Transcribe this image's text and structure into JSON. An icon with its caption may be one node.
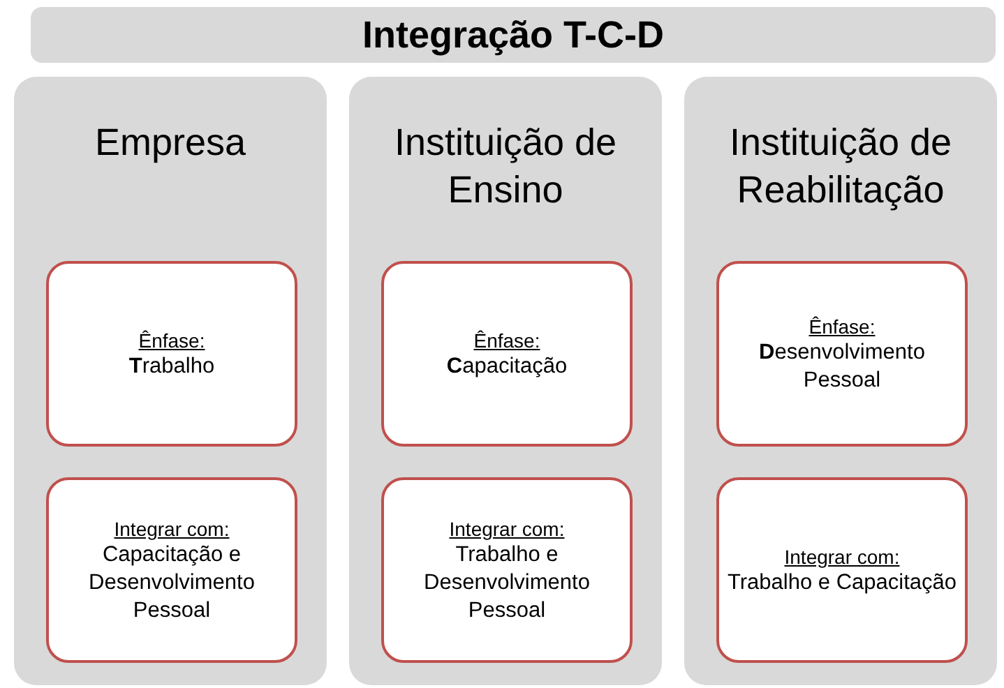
{
  "diagram": {
    "nodes": [
      {
        "text": [
          "Integração T-C-D"
        ]
      },
      {
        "text": [
          "Empresa"
        ]
      },
      {
        "text": [
          "Ênfase:",
          "**T**rabalho"
        ],
        "in": 1
      },
      {
        "text": [
          "Integrar com:",
          "Capacitação  e Desenvolvimento Pessoal"
        ],
        "in": 1
      },
      {
        "text": [
          "Instituição de Ensino"
        ]
      },
      {
        "text": [
          "Ênfase:",
          "**C**apacitação"
        ],
        "in": 4
      },
      {
        "text": [
          "Integrar com:",
          "Trabalho e Desenvolvimento Pessoal"
        ],
        "in": 4
      },
      {
        "text": [
          "Instituição de Reabilitação"
        ]
      },
      {
        "text": [
          "Ênfase:",
          "**D**esenvolvimento Pessoal"
        ],
        "in": 7
      },
      {
        "text": [
          "Integrar com:",
          "Trabalho e Capacitação"
        ],
        "in": 7
      }
    ]
  }
}
